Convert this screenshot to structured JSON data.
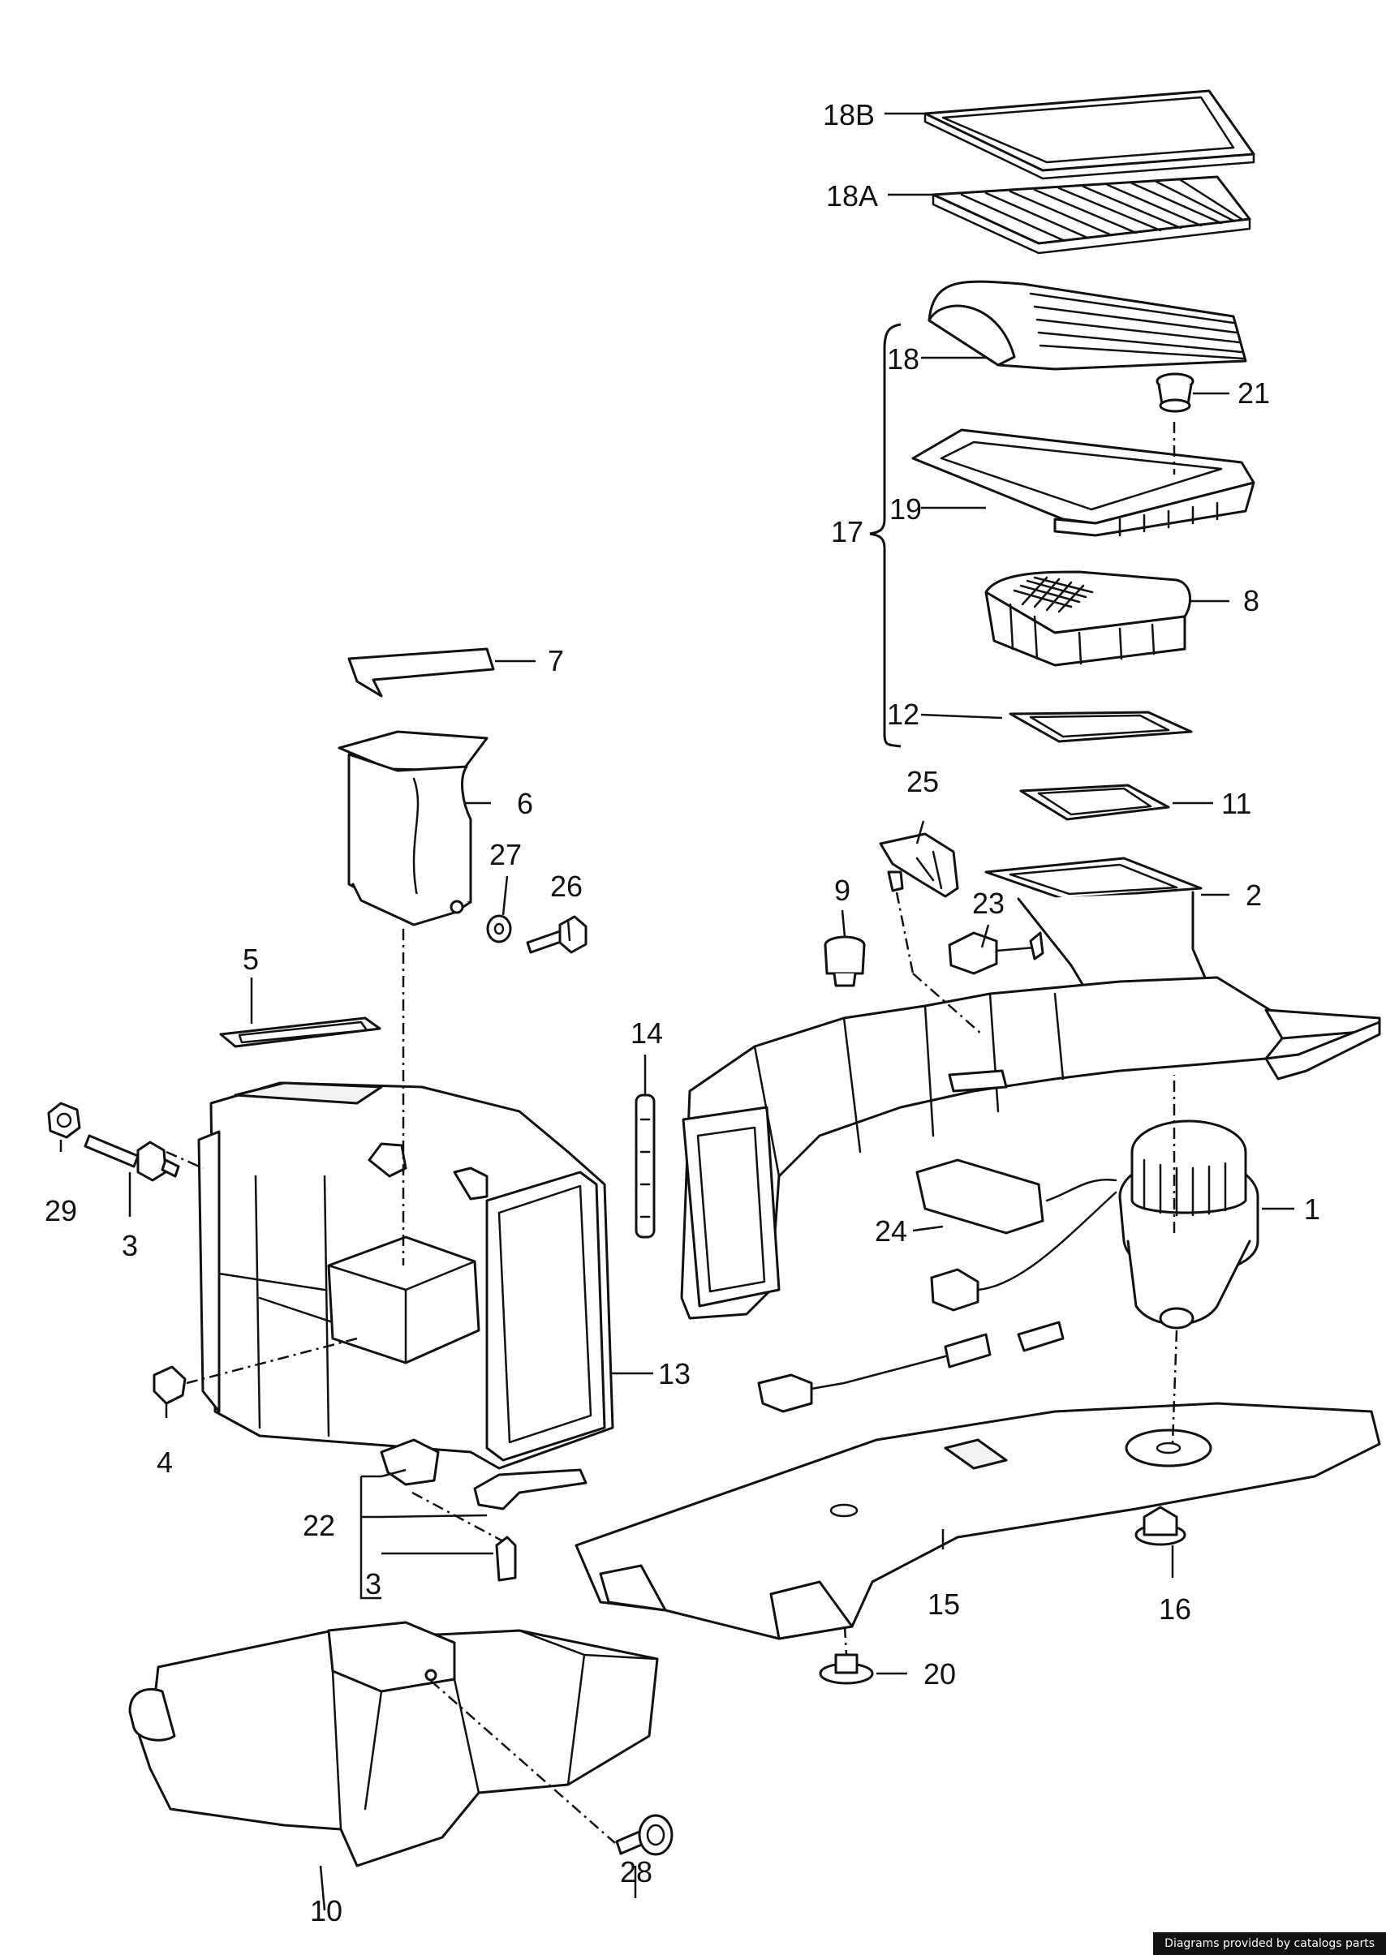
{
  "diagram": {
    "credit": "Diagrams provided by catalogs parts",
    "callouts": {
      "c18B": "18B",
      "c18A": "18A",
      "c18": "18",
      "c21": "21",
      "c17": "17",
      "c19": "19",
      "c8": "8",
      "c12": "12",
      "c7": "7",
      "c11": "11",
      "c25": "25",
      "c6": "6",
      "c27": "27",
      "c26": "26",
      "c9": "9",
      "c2": "2",
      "c23": "23",
      "c5": "5",
      "c14": "14",
      "c29": "29",
      "c3a": "3",
      "c1": "1",
      "c24": "24",
      "c13": "13",
      "c4": "4",
      "c22": "22",
      "c3b": "3",
      "c15": "15",
      "c16": "16",
      "c20": "20",
      "c10": "10",
      "c28": "28"
    }
  }
}
